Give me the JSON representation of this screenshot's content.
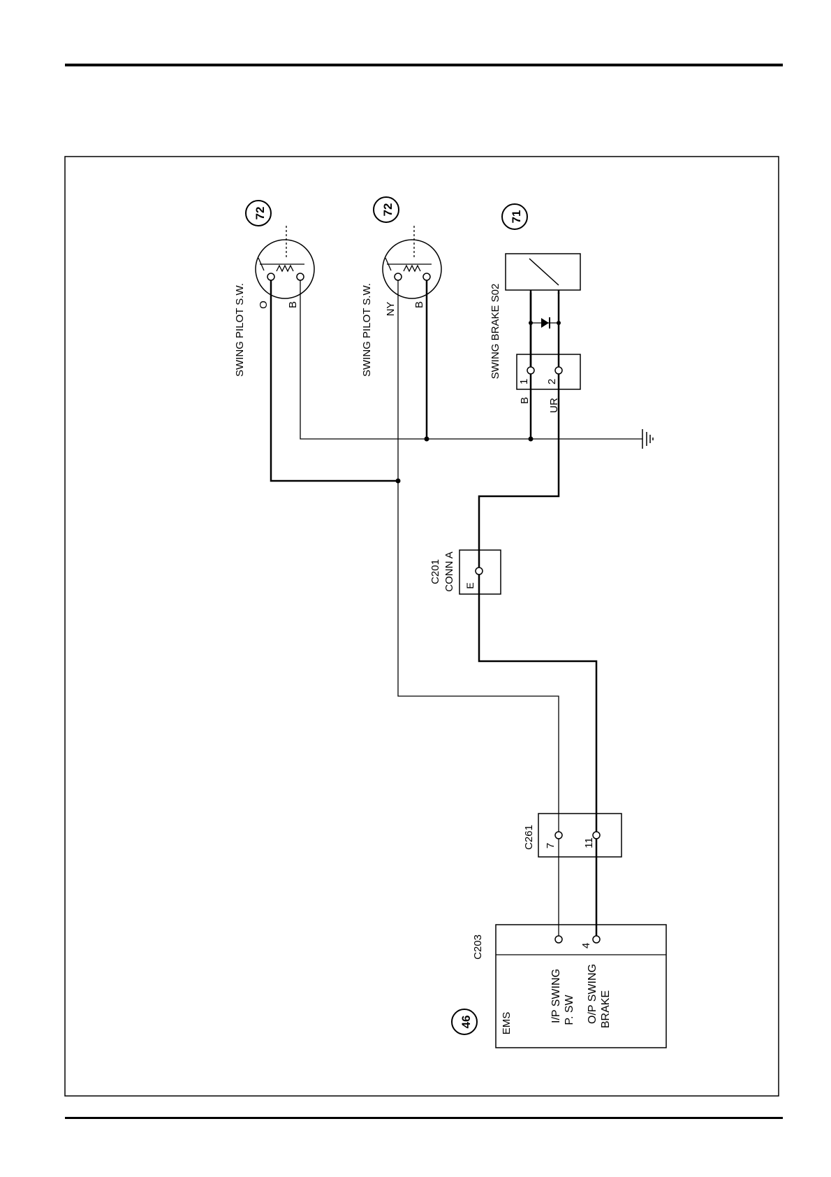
{
  "components": {
    "sw1": {
      "ref": "72",
      "label": "SWING PILOT S.W.",
      "wire_a": "O",
      "wire_b": "B"
    },
    "sw2": {
      "ref": "72",
      "label": "SWING PILOT S.W.",
      "wire_a": "NY",
      "wire_b": "B"
    },
    "brake": {
      "ref": "71",
      "label": "SWING BRAKE S02",
      "pin1": "1",
      "pin2": "2",
      "wire_1": "B",
      "wire_2": "UR"
    },
    "c201": {
      "name": "C201",
      "desc": "CONN A",
      "pin": "E"
    },
    "c261": {
      "name": "C261",
      "pin_a": "7",
      "pin_b": "11"
    },
    "ems": {
      "ref": "46",
      "title": "EMS",
      "connector": "C203",
      "pin_out": "4",
      "in_label_1": "I/P SWING",
      "in_label_2": "P. SW",
      "out_label_1": "O/P SWING",
      "out_label_2": "BRAKE"
    }
  }
}
